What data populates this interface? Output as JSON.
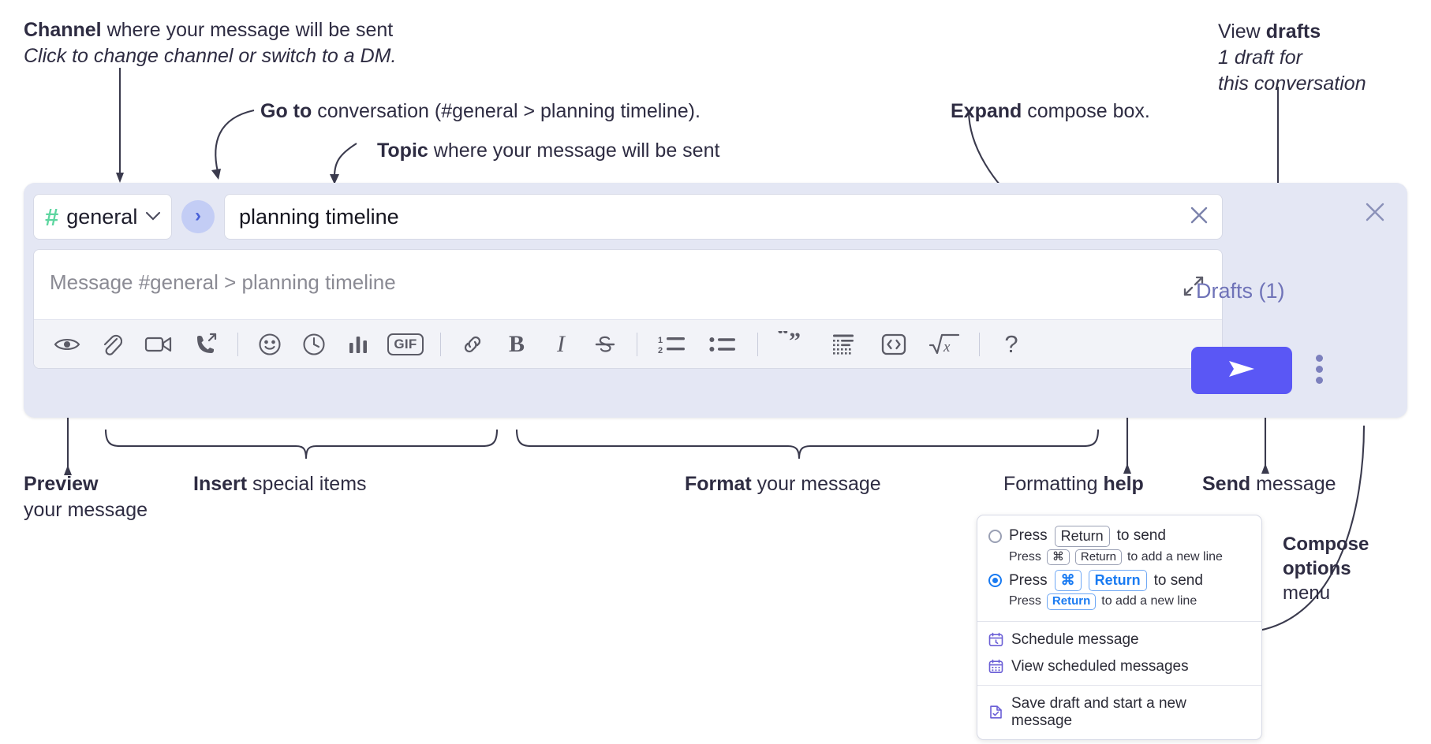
{
  "annotations": {
    "channel": {
      "bold": "Channel",
      "rest": " where your message will be sent",
      "sub": "Click to change channel or switch to a DM."
    },
    "goto": {
      "bold": "Go to",
      "rest": " conversation (#general > planning timeline)."
    },
    "topic": {
      "bold": "Topic",
      "rest": " where your message will be sent"
    },
    "expand": {
      "bold": "Expand",
      "rest": " compose box."
    },
    "drafts": {
      "bold_pre": "View ",
      "bold": "drafts",
      "sub1": "1 draft for",
      "sub2": "this conversation"
    },
    "preview": {
      "bold": "Preview",
      "rest": "your message"
    },
    "insert": {
      "bold": "Insert",
      "rest": " special items"
    },
    "format": {
      "bold": "Format",
      "rest": " your message"
    },
    "help": {
      "pre": "Formatting ",
      "bold": "help"
    },
    "send": {
      "bold": "Send",
      "rest": " message"
    },
    "compose_options": {
      "l1": "Compose",
      "l2": "options",
      "l3": "menu"
    }
  },
  "compose": {
    "channel": {
      "hash": "#",
      "name": "general",
      "caret": "chevron-down-icon"
    },
    "go_button": "›",
    "topic": {
      "value": "planning timeline",
      "clear": "close-icon"
    },
    "message": {
      "placeholder": "Message #general > planning timeline",
      "expand": "expand-icon"
    },
    "toolbar": [
      {
        "name": "preview-button",
        "glyph": "eye",
        "label": "Preview"
      },
      {
        "name": "attach-button",
        "glyph": "paperclip",
        "label": "Attach file"
      },
      {
        "name": "video-button",
        "glyph": "video",
        "label": "Record video"
      },
      {
        "name": "audio-button",
        "glyph": "phone-forward",
        "label": "Record audio"
      },
      {
        "name": "divider-1",
        "glyph": "divider",
        "label": ""
      },
      {
        "name": "emoji-button",
        "glyph": "smiley",
        "label": "Emoji"
      },
      {
        "name": "reminder-button",
        "glyph": "clock",
        "label": "Reminder"
      },
      {
        "name": "poll-button",
        "glyph": "bars",
        "label": "Poll"
      },
      {
        "name": "gif-button",
        "glyph": "gif",
        "label": "GIF"
      },
      {
        "name": "divider-2",
        "glyph": "divider",
        "label": ""
      },
      {
        "name": "link-button",
        "glyph": "link",
        "label": "Link"
      },
      {
        "name": "bold-button",
        "glyph": "bold",
        "label": "B"
      },
      {
        "name": "italic-button",
        "glyph": "italic",
        "label": "I"
      },
      {
        "name": "strikethrough-button",
        "glyph": "strike",
        "label": "S"
      },
      {
        "name": "divider-3",
        "glyph": "divider",
        "label": ""
      },
      {
        "name": "ordered-list-button",
        "glyph": "ol",
        "label": "Ordered list"
      },
      {
        "name": "bulleted-list-button",
        "glyph": "ul",
        "label": "Bulleted list"
      },
      {
        "name": "divider-4",
        "glyph": "divider",
        "label": ""
      },
      {
        "name": "blockquote-button",
        "glyph": "quote",
        "label": "Blockquote"
      },
      {
        "name": "code-block-button",
        "glyph": "codeblock",
        "label": "Code block"
      },
      {
        "name": "inline-code-button",
        "glyph": "code",
        "label": "Code"
      },
      {
        "name": "math-button",
        "glyph": "math",
        "label": "Math"
      },
      {
        "name": "divider-5",
        "glyph": "divider",
        "label": ""
      },
      {
        "name": "help-button",
        "glyph": "question",
        "label": "?"
      }
    ],
    "panel": {
      "close": "close-icon",
      "drafts_label": "Drafts (1)",
      "send": "send-icon",
      "kebab": "more-options-icon"
    }
  },
  "options_menu": {
    "option_1": {
      "selected": false,
      "pre": "Press ",
      "key": "Return",
      "post": " to send",
      "hint_pre": "Press ",
      "hint_key1": "⌘",
      "hint_key2": "Return",
      "hint_post": " to add a new line"
    },
    "option_2": {
      "selected": true,
      "pre": "Press ",
      "key1": "⌘",
      "key2": "Return",
      "post": " to send",
      "hint_pre": "Press ",
      "hint_key": "Return",
      "hint_post": " to add a new line"
    },
    "items": [
      {
        "icon": "calendar-clock-icon",
        "label": "Schedule message"
      },
      {
        "icon": "calendar-grid-icon",
        "label": "View scheduled messages"
      },
      {
        "icon": "document-check-icon",
        "label": "Save draft and start a new message"
      }
    ]
  },
  "colors": {
    "compose_bg": "#e4e7f4",
    "send_purple": "#5a57f5",
    "hash_green": "#5ed6a0",
    "drafts_text": "#6f73b8",
    "accent_blue": "#1a7bf2",
    "menu_icon_purple": "#6b5fd6"
  }
}
